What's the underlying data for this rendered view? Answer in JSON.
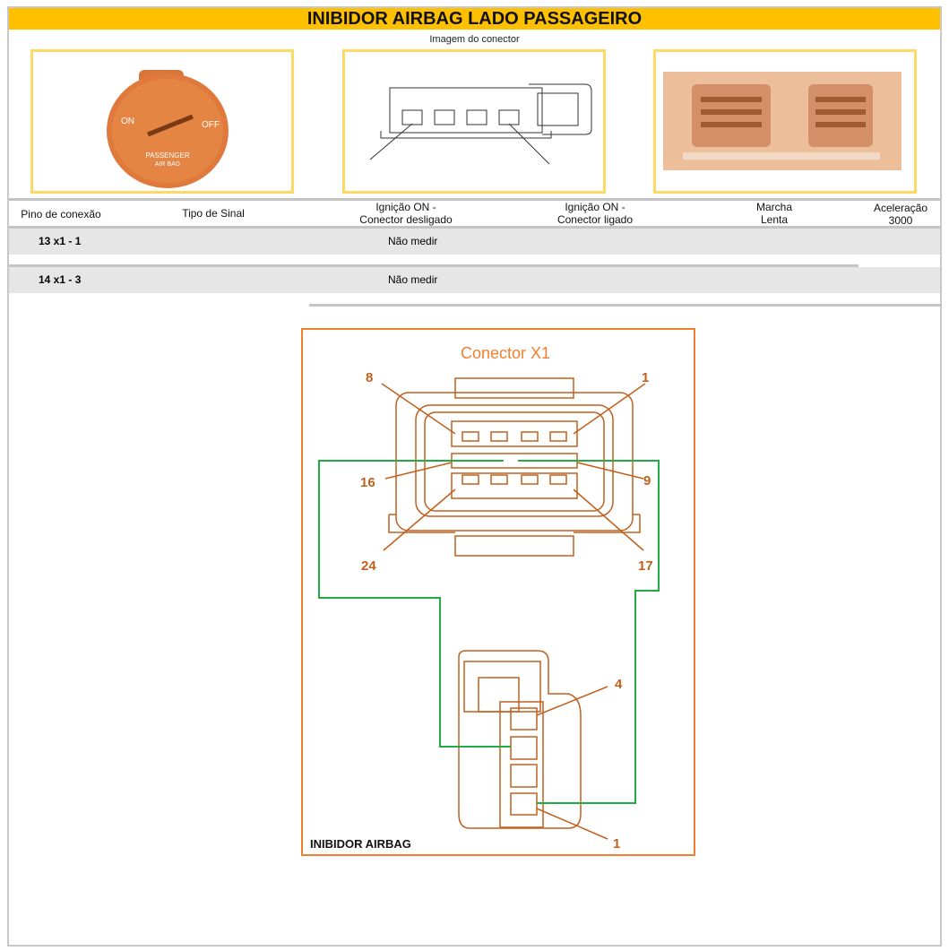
{
  "title": "INIBIDOR AIRBAG LADO PASSAGEIRO",
  "image_caption": "Imagem do conector",
  "photo_labels": {
    "on": "ON",
    "off": "OFF",
    "passenger": "PASSENGER",
    "airbag": "AIR BAG"
  },
  "table": {
    "headers": [
      "Pino de conexão",
      "Tipo de Sinal",
      "Ignição ON -",
      "Conector desligado",
      "Ignição ON -",
      "Conector ligado",
      "Marcha",
      "Lenta",
      "Aceleração",
      "3000"
    ],
    "rows": [
      {
        "pin": "13 x1 - 1",
        "value": "Não medir"
      },
      {
        "pin": "14 x1 - 3",
        "value": "Não medir"
      }
    ]
  },
  "diagram": {
    "title": "Conector X1",
    "pins_x1": [
      "8",
      "1",
      "16",
      "9",
      "24",
      "17"
    ],
    "pins_inibidor": [
      "4",
      "1"
    ],
    "label": "INIBIDOR AIRBAG",
    "colors": {
      "wire": "#22AA44",
      "drawing": "#C0601E",
      "border": "#F08030"
    }
  }
}
